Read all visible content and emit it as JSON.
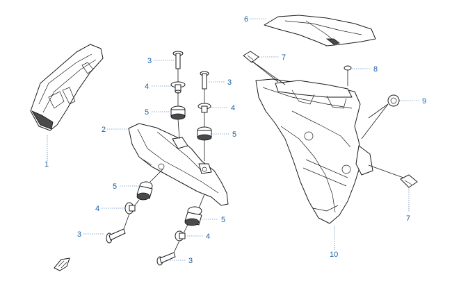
{
  "diagram": {
    "callouts": {
      "c1": "1",
      "c2": "2",
      "c3a": "3",
      "c3b": "3",
      "c3c": "3",
      "c3d": "3",
      "c4a": "4",
      "c4b": "4",
      "c4c": "4",
      "c4d": "4",
      "c5a": "5",
      "c5b": "5",
      "c5c": "5",
      "c5d": "5",
      "c6": "6",
      "c7a": "7",
      "c7b": "7",
      "c8": "8",
      "c9": "9",
      "c10": "10"
    },
    "colors": {
      "line": "#1a1a1a",
      "callout": "#1a5fa8",
      "background": "#ffffff"
    }
  }
}
